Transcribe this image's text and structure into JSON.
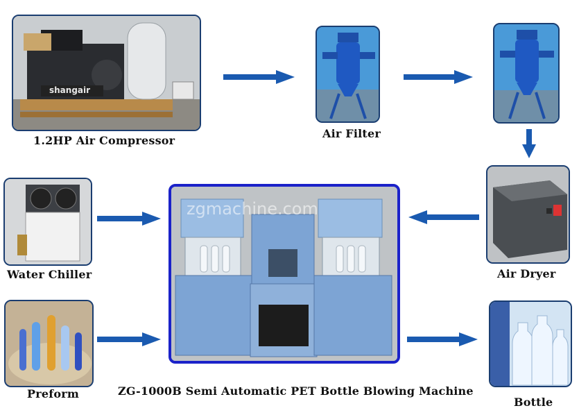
{
  "labels": {
    "compressor": "1.2HP Air Compressor",
    "air_filter": "Air Filter",
    "air_dryer": "Air  Dryer",
    "water_chiller": "Water  Chiller",
    "preform": "Preform",
    "bottle": "Bottle",
    "machine": "ZG-1000B Semi Automatic PET Bottle Blowing Machine"
  },
  "photo_text": {
    "compressor_brand": "shangair",
    "watermark": "zgmachine.com"
  },
  "colors": {
    "arrow": "#1a5ab0",
    "main_border": "#1b22c9",
    "panel_border": "#1a3d70"
  }
}
